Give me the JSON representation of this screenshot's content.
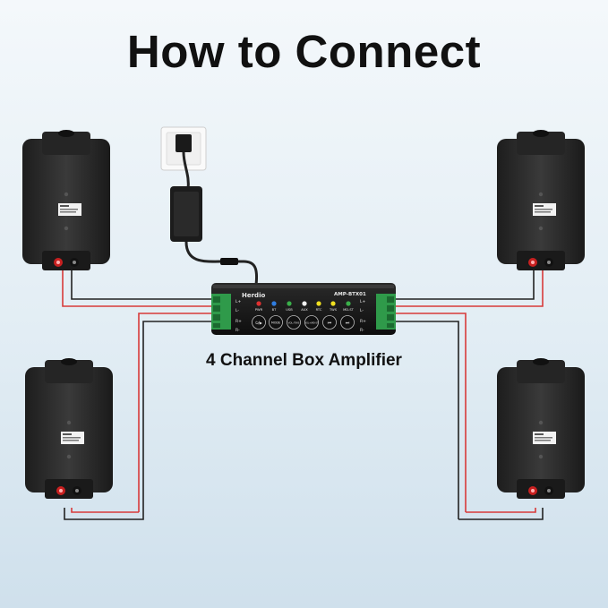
{
  "title": "How to Connect",
  "caption": "4 Channel Box Amplifier",
  "amplifier": {
    "brand": "Herdio",
    "model": "AMP-BTX01",
    "indicators": [
      {
        "label": "PWR",
        "color": "#e03030"
      },
      {
        "label": "BT",
        "color": "#2f7de0"
      },
      {
        "label": "USB",
        "color": "#3ab04a"
      },
      {
        "label": "AUX",
        "color": "#f2f2f2"
      },
      {
        "label": "RTC",
        "color": "#f0e020"
      },
      {
        "label": "TWS",
        "color": "#f0e020"
      },
      {
        "label": "MD-ST",
        "color": "#3ab04a"
      }
    ],
    "buttons": [
      "⏻/▶",
      "MODE",
      "VOL-/TWS",
      "VOL+/MD-ST",
      "⏮",
      "⏭"
    ],
    "terminals_left": [
      "L+",
      "L-",
      "R+",
      "R-"
    ],
    "terminals_right": [
      "L+",
      "L-",
      "R+",
      "R-"
    ]
  },
  "colors": {
    "wire_red": "#d83a3a",
    "wire_black": "#222222",
    "terminal_green": "#2f9a4a",
    "speaker_body": "#2b2b2b"
  }
}
